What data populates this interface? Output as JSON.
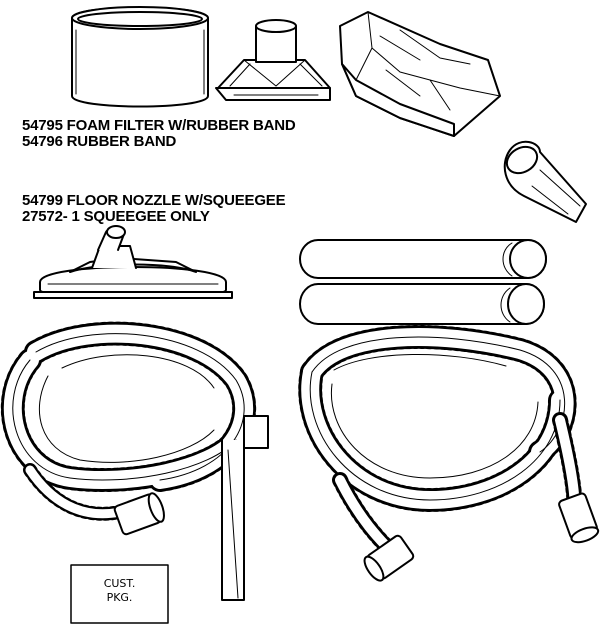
{
  "parts": {
    "foam_filter": {
      "line1": "54795 FOAM FILTER W/RUBBER BAND",
      "line2": "54796 RUBBER BAND"
    },
    "floor_nozzle": {
      "line1": "54799 FLOOR NOZZLE W/SQUEEGEE",
      "line2": "27572- 1 SQUEEGEE ONLY"
    }
  },
  "package_box": {
    "line1": "CUST.",
    "line2": "PKG."
  }
}
